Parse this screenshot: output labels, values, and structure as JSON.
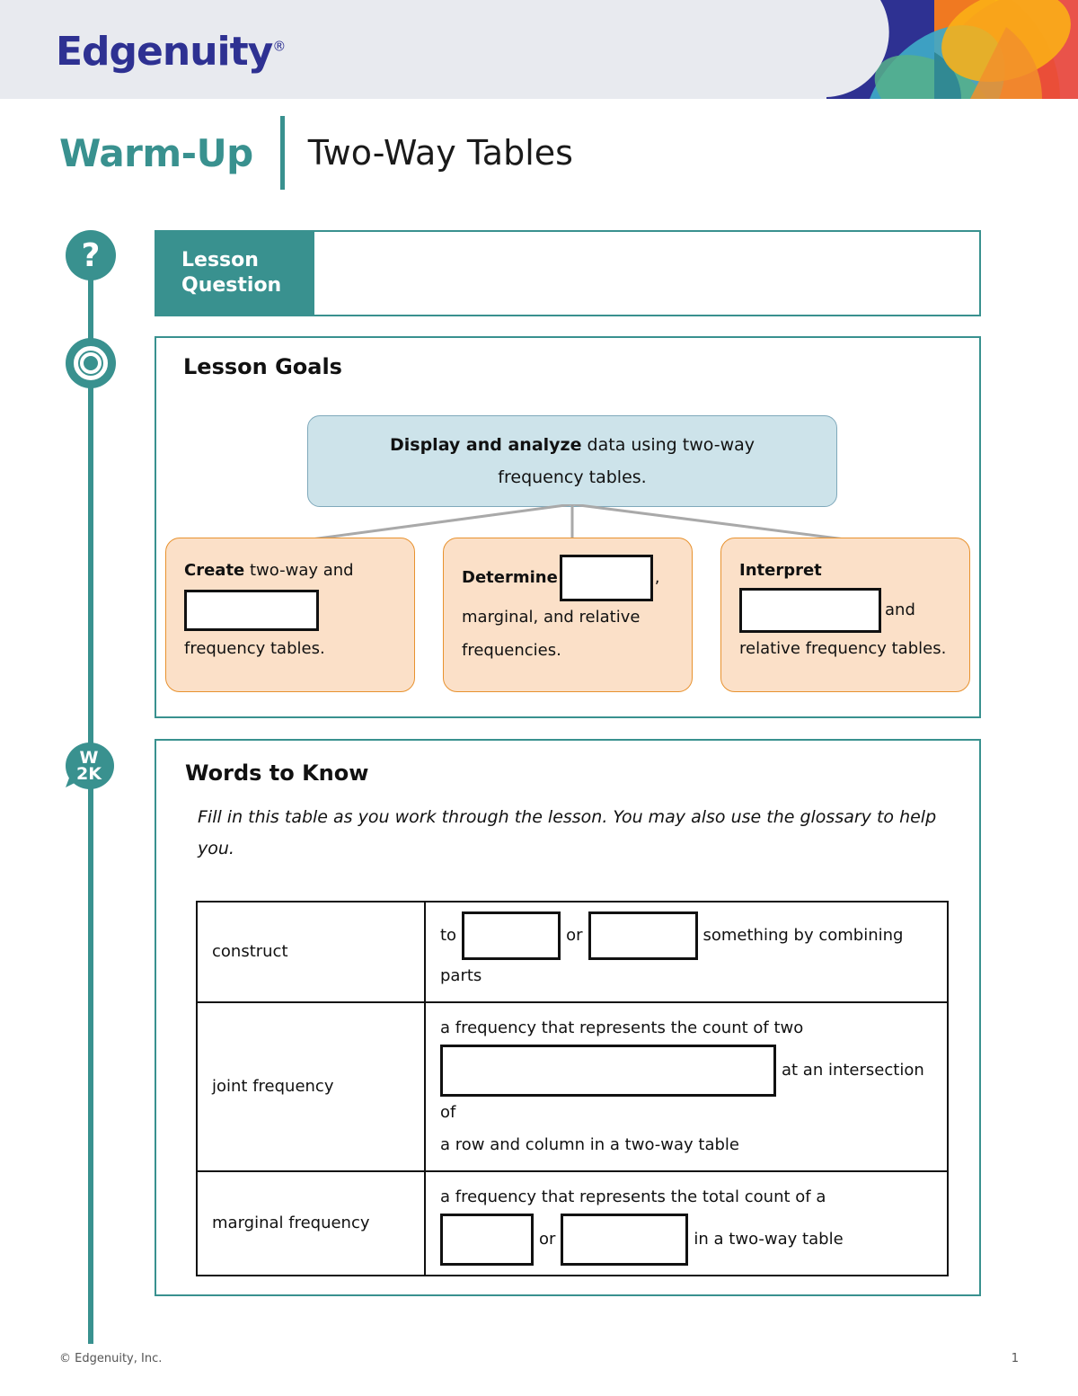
{
  "header": {
    "brand": "Edgenuity",
    "brand_tm": "®",
    "decoration": "pinwheel-logo-graphic",
    "colors": {
      "header_bg": "#e8eaef",
      "brand_navy": "#2e3192",
      "teal": "#39918f",
      "blue_box": "#cde3ea",
      "orange_box": "#fbe0c8",
      "orange_border": "#e8922f"
    }
  },
  "title": {
    "kicker": "Warm-Up",
    "lesson": "Two-Way Tables"
  },
  "lesson_question": {
    "icon": "question-mark-icon",
    "label_line1": "Lesson",
    "label_line2": "Question",
    "answer_value": ""
  },
  "lesson_goals": {
    "icon": "target-icon",
    "heading": "Lesson Goals",
    "main_goal": {
      "bold": "Display and analyze",
      "rest": " data using two-way",
      "line2": "frequency tables."
    },
    "cards": [
      {
        "bold": "Create",
        "text_before": " two-way and",
        "blank_value": "",
        "text_after": "frequency tables."
      },
      {
        "bold": "Determine",
        "text_before": "",
        "blank_value": "",
        "text_after": ",",
        "line2": "marginal, and relative",
        "line3": "frequencies."
      },
      {
        "bold": "Interpret",
        "text_before": "",
        "blank_value": "",
        "text_after": "and",
        "line2": "relative frequency tables."
      }
    ]
  },
  "words_to_know": {
    "icon": "w2k-speech-bubble-icon",
    "icon_line1": "W",
    "icon_line2": "2K",
    "heading": "Words to Know",
    "instruction": "Fill in this table as you work through the lesson. You may also use the glossary to help you.",
    "rows": [
      {
        "term": "construct",
        "def_part1": "to",
        "blank1_value": "",
        "def_part2": "or",
        "blank2_value": "",
        "def_part3": "something by combining",
        "def_part4": "parts"
      },
      {
        "term": "joint frequency",
        "def_part1": "a frequency that represents the count of two",
        "blank1_value": "",
        "def_part2": "at an intersection of",
        "def_part3": "a row and column in a two-way table"
      },
      {
        "term": "marginal frequency",
        "def_part1": "a frequency that represents the total count of a",
        "blank1_value": "",
        "def_part2": "or",
        "blank2_value": "",
        "def_part3": "in a two-way table"
      }
    ]
  },
  "footer": {
    "copyright": "© Edgenuity, Inc.",
    "page_number": "1"
  }
}
